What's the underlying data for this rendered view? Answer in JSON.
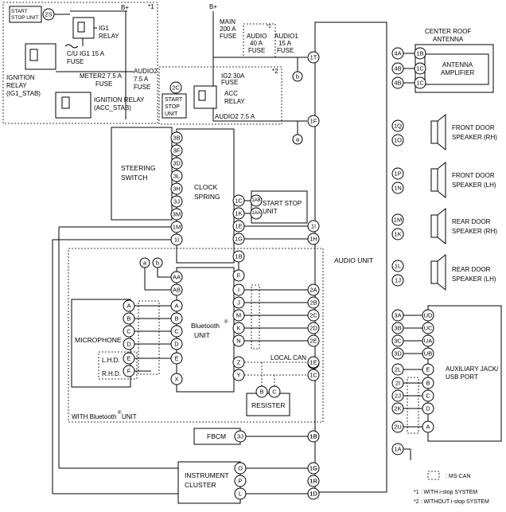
{
  "power": {
    "b_plus_left": "B+",
    "b_plus_right": "B+"
  },
  "notes": {
    "n1": "*1",
    "n2": "*2",
    "footnote1": "*1 : WITH i-stop SYSTEM",
    "footnote2": "*2 : WITHOUT i-stop SYSTEM",
    "ms_can": ": MS-CAN"
  },
  "left_box": {
    "start_stop_unit": [
      "START",
      "STOP UNIT"
    ],
    "pin_2s": "2S",
    "ig1_relay": [
      "IG1",
      "RELAY"
    ],
    "cu_ig1_fuse": [
      "C/U IG1 15 A",
      "FUSE"
    ],
    "ignition_relay_ig1": [
      "IGNITION",
      "RELAY",
      "(IG1_STAB)"
    ],
    "meter2_fuse": [
      "METER2 7.5 A",
      "FUSE"
    ],
    "audio2_fuse": [
      "AUDIO2",
      "7.5 A",
      "FUSE"
    ],
    "ignition_relay_acc": [
      "IGNITION RELAY",
      "(ACC_STAB)"
    ]
  },
  "fuses": {
    "main": [
      "MAIN",
      "200 A",
      "FUSE"
    ],
    "audio": [
      "AUDIO",
      "40 A",
      "FUSE"
    ],
    "audio1": [
      "AUDIO1",
      "15 A",
      "FUSE"
    ],
    "ig2": [
      "IG2 30A",
      "FUSE"
    ],
    "audio2_right": "AUDIO2 7.5 A"
  },
  "right_box": {
    "pin_2c": "2C",
    "start_stop_unit": [
      "START",
      "STOP",
      "UNIT"
    ],
    "acc_relay": [
      "ACC",
      "RELAY"
    ]
  },
  "audio_unit": {
    "label": "AUDIO UNIT",
    "pins_left": [
      "1T",
      "1F",
      "1I",
      "1H",
      "1E",
      "1G",
      "1R",
      "1D",
      "1A",
      "1B"
    ],
    "pins_right": [
      "4A",
      "4B",
      "4B",
      "1Q",
      "1O",
      "1P",
      "1N",
      "1M",
      "1K",
      "1L",
      "1J",
      "3A",
      "3B",
      "3C",
      "3D",
      "2L",
      "2I",
      "2J",
      "2K",
      "2U"
    ]
  },
  "antenna": {
    "title": [
      "CENTER ROOF",
      "ANTENNA"
    ],
    "amp": [
      "ANTENNA",
      "AMPLIFIER"
    ],
    "pins": [
      "1B",
      "1C",
      "1C"
    ]
  },
  "speakers": [
    {
      "label": [
        "FRONT DOOR",
        "SPEAKER (RH)"
      ]
    },
    {
      "label": [
        "FRONT DOOR",
        "SPEAKER (LH)"
      ]
    },
    {
      "label": [
        "REAR DOOR",
        "SPEAKER (RH)"
      ]
    },
    {
      "label": [
        "REAR DOOR",
        "SPEAKER (LH)"
      ]
    }
  ],
  "aux": {
    "label": [
      "AUXILIARY JACK/",
      "USB PORT"
    ],
    "pins": [
      "UD",
      "UC",
      "UA",
      "UB",
      "E",
      "B",
      "C",
      "D",
      "A"
    ]
  },
  "steering": {
    "label": [
      "STEERING",
      "SWITCH"
    ],
    "pins": [
      "3B",
      "3F",
      "3D",
      "3L",
      "3H",
      "3J",
      "3M",
      "1M",
      "1I"
    ]
  },
  "clock_spring": {
    "label": [
      "CLOCK",
      "SPRING"
    ],
    "pins": [
      "1C",
      "1K",
      "1E",
      "1G",
      "1B"
    ]
  },
  "start_stop_unit2": {
    "label": [
      "START STOP",
      "UNIT"
    ],
    "pins": [
      "1AB",
      "1AA"
    ]
  },
  "bt": {
    "label": "Bluetooth",
    "label2": "UNIT",
    "reg": "®",
    "box_label": "WITH Bluetooth",
    "box_label2": "UNIT",
    "pins_left": [
      "AA",
      "AB",
      "A",
      "B",
      "C",
      "D",
      "E",
      "X"
    ],
    "pins_right": [
      "F",
      "I",
      "J",
      "M",
      "K",
      "N",
      "Z",
      "Y"
    ],
    "ab": [
      "a",
      "b"
    ]
  },
  "microphone": {
    "label": "MICROPHONE",
    "pins": [
      "A",
      "B",
      "C",
      "D",
      "E",
      "F"
    ],
    "lhd": "L.H.D.",
    "rhd": "R.H.D."
  },
  "resister": {
    "label": "RESISTER",
    "pins": [
      "B",
      "C"
    ]
  },
  "can": {
    "label": "LOCAL CAN",
    "pins": [
      "2A",
      "2B",
      "2C",
      "2D",
      "2E",
      "1E",
      "1C"
    ]
  },
  "fbcm": {
    "label": "FBCM",
    "pin": "3J",
    "pin2": "1B"
  },
  "cluster": {
    "label": [
      "INSTRUMENT",
      "CLUSTER"
    ],
    "pins": [
      "O",
      "P",
      "L"
    ],
    "pins2": [
      "1G",
      "1R",
      "1D"
    ]
  },
  "joints": [
    "a",
    "b"
  ]
}
